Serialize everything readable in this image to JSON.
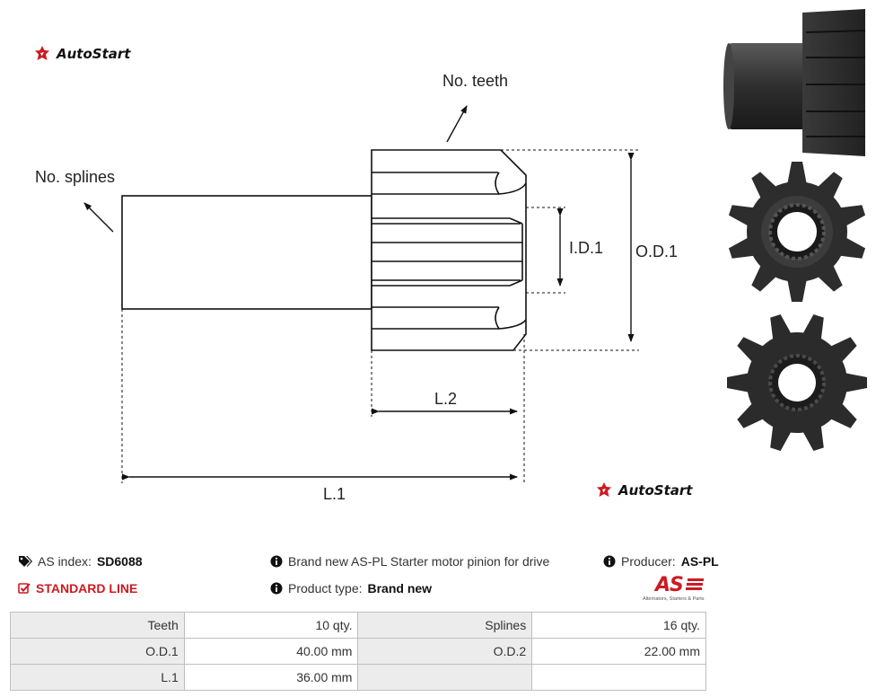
{
  "brand": {
    "name": "AutoStart",
    "color": "#cc1b22"
  },
  "drawing_labels": {
    "no_teeth": "No. teeth",
    "no_splines": "No. splines",
    "id1": "I.D.1",
    "od1": "O.D.1",
    "l2": "L.2",
    "l1": "L.1"
  },
  "info": {
    "as_index_label": "AS index:",
    "as_index_value": "SD6088",
    "line": "STANDARD LINE",
    "description": "Brand new AS-PL Starter motor pinion for drive",
    "product_type_label": "Product type:",
    "product_type_value": "Brand new",
    "producer_label": "Producer:",
    "producer_value": "AS-PL",
    "as_logo_mark": "AS",
    "as_logo_tagline": "Alternators, Starters & Parts"
  },
  "specs": [
    {
      "k1": "Teeth",
      "v1": "10 qty.",
      "k2": "Splines",
      "v2": "16 qty."
    },
    {
      "k1": "O.D.1",
      "v1": "40.00 mm",
      "k2": "O.D.2",
      "v2": "22.00 mm"
    },
    {
      "k1": "L.1",
      "v1": "36.00 mm",
      "k2": "",
      "v2": ""
    }
  ],
  "icons": {
    "logo": "autostart-star-icon",
    "tag": "tags-icon",
    "check": "check-square-icon",
    "info": "info-circle-icon"
  }
}
